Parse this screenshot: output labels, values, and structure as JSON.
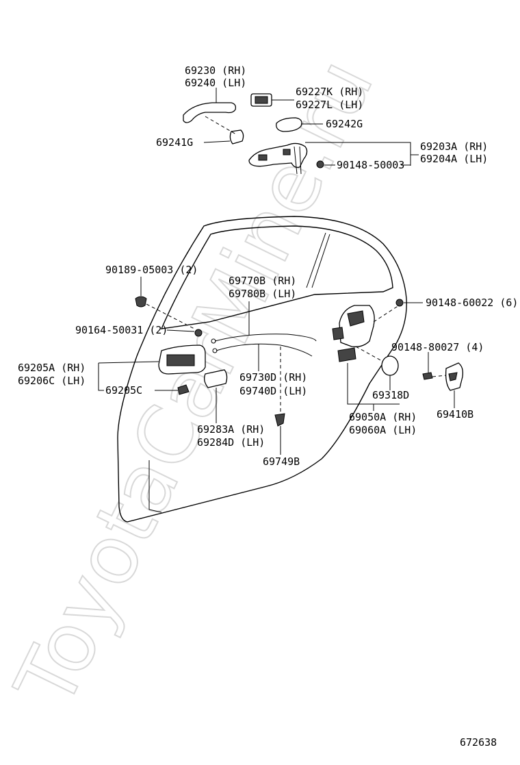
{
  "watermark": "ToyotaCarMine.ru",
  "diagram_id": "672638",
  "labels": {
    "p69230": "69230 (RH)",
    "p69240": "69240 (LH)",
    "p69227K": "69227K (RH)",
    "p69227L": "69227L (LH)",
    "p69242G": "69242G",
    "p69241G": "69241G",
    "p69203A": "69203A (RH)",
    "p69204A": "69204A (LH)",
    "p90148_50003": "90148-50003",
    "p90189_05003": "90189-05003 (2)",
    "p69770B": "69770B (RH)",
    "p69780B": "69780B (LH)",
    "p90148_60022": "90148-60022 (6)",
    "p90164_50031": "90164-50031 (2)",
    "p90148_80027": "90148-80027 (4)",
    "p69205A": "69205A (RH)",
    "p69206C": "69206C (LH)",
    "p69205C": "69205C",
    "p69730D": "69730D (RH)",
    "p69740D": "69740D (LH)",
    "p69318D": "69318D",
    "p69410B": "69410B",
    "p69050A": "69050A (RH)",
    "p69060A": "69060A (LH)",
    "p69283A": "69283A (RH)",
    "p69284D": "69284D (LH)",
    "p69749B": "69749B"
  }
}
